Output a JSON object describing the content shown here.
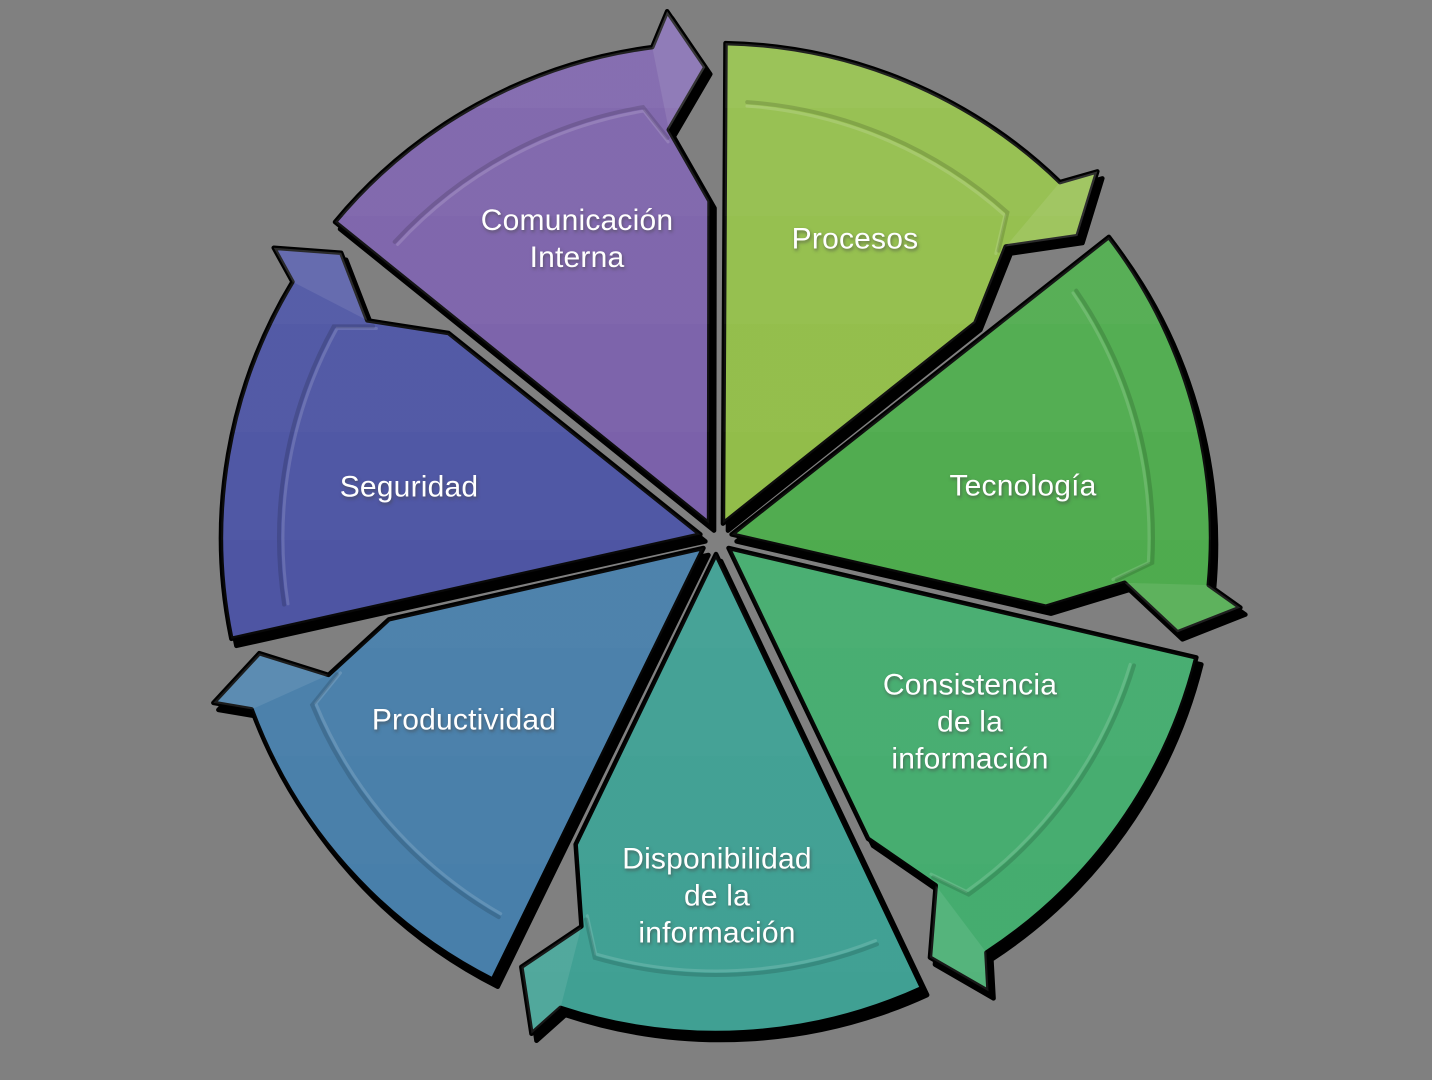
{
  "background_color": "#808080",
  "diagram": {
    "type": "cycle-arrow-wheel",
    "direction": "clockwise",
    "segment_count": 7,
    "outline_color": "#000000",
    "text_color": "#FFFFFF",
    "segments": [
      {
        "label": "Procesos",
        "lines": [
          "Procesos"
        ],
        "color": "#8CBA40"
      },
      {
        "label": "Tecnología",
        "lines": [
          "Tecnología"
        ],
        "color": "#48A847"
      },
      {
        "label": "Consistencia de la información",
        "lines": [
          "Consistencia",
          "de la",
          "información"
        ],
        "color": "#44AC6E"
      },
      {
        "label": "Disponibilidad de la información",
        "lines": [
          "Disponibilidad",
          "de la",
          "información"
        ],
        "color": "#40A093"
      },
      {
        "label": "Productividad",
        "lines": [
          "Productividad"
        ],
        "color": "#477EA9"
      },
      {
        "label": "Seguridad",
        "lines": [
          "Seguridad"
        ],
        "color": "#474FA0"
      },
      {
        "label": "Comunicación Interna",
        "lines": [
          "Comunicación",
          "Interna"
        ],
        "color": "#7459A5"
      }
    ]
  }
}
